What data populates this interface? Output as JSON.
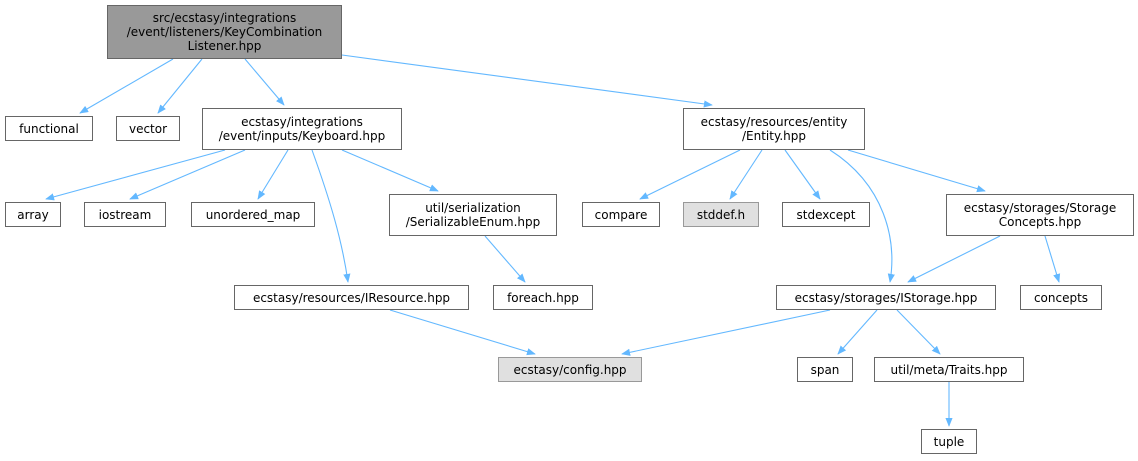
{
  "colors": {
    "edge": "#63b8ff",
    "node_border": "#666666",
    "root_fill": "#999999",
    "external_fill": "#e0e0e0"
  },
  "nodes": {
    "root": {
      "label": "src/ecstasy/integrations\n/event/listeners/KeyCombination\nListener.hpp"
    },
    "functional": {
      "label": "functional"
    },
    "vector": {
      "label": "vector"
    },
    "keyboard": {
      "label": "ecstasy/integrations\n/event/inputs/Keyboard.hpp"
    },
    "entity": {
      "label": "ecstasy/resources/entity\n/Entity.hpp"
    },
    "array": {
      "label": "array"
    },
    "iostream": {
      "label": "iostream"
    },
    "unordered_map": {
      "label": "unordered_map"
    },
    "serializable_enum": {
      "label": "util/serialization\n/SerializableEnum.hpp"
    },
    "compare": {
      "label": "compare"
    },
    "stddef": {
      "label": "stddef.h"
    },
    "stdexcept": {
      "label": "stdexcept"
    },
    "storage_concepts": {
      "label": "ecstasy/storages/Storage\nConcepts.hpp"
    },
    "iresource": {
      "label": "ecstasy/resources/IResource.hpp"
    },
    "foreach": {
      "label": "foreach.hpp"
    },
    "istorage": {
      "label": "ecstasy/storages/IStorage.hpp"
    },
    "concepts": {
      "label": "concepts"
    },
    "config": {
      "label": "ecstasy/config.hpp"
    },
    "span": {
      "label": "span"
    },
    "traits": {
      "label": "util/meta/Traits.hpp"
    },
    "tuple": {
      "label": "tuple"
    }
  }
}
